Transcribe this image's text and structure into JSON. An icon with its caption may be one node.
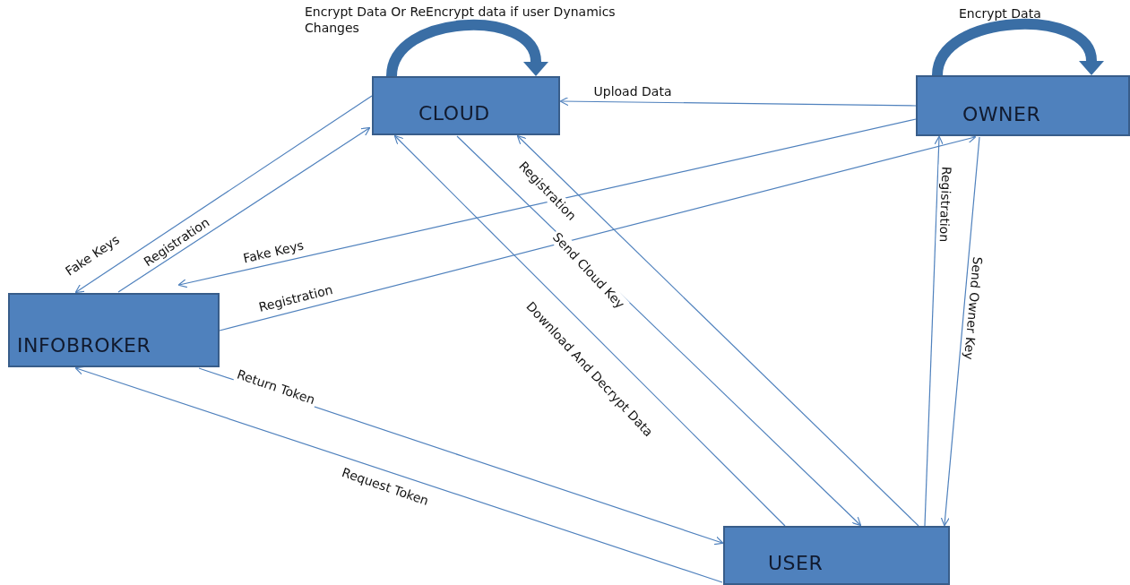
{
  "diagram": {
    "nodes": [
      {
        "text": [
          "CLOUD"
        ]
      },
      {
        "text": [
          "OWNER"
        ]
      },
      {
        "text": [
          "INFOBROKER"
        ]
      },
      {
        "text": [
          "USER"
        ]
      }
    ],
    "edges": [
      {
        "from": 1,
        "to": 0,
        "arrow": "to",
        "label": "Upload Data"
      },
      {
        "from": 0,
        "to": 2,
        "arrow": "to",
        "label": "Fake Keys"
      },
      {
        "from": 2,
        "to": 0,
        "arrow": "to",
        "label": "Registration"
      },
      {
        "from": 1,
        "to": 2,
        "arrow": "to",
        "label": "Fake Keys"
      },
      {
        "from": 2,
        "to": 1,
        "arrow": "to",
        "label": "Registration"
      },
      {
        "from": 3,
        "to": 0,
        "arrow": "to",
        "label": "Registration"
      },
      {
        "from": 0,
        "to": 3,
        "arrow": "to",
        "label": "Send Cloud Key"
      },
      {
        "from": 3,
        "to": 0,
        "arrow": "to",
        "label": "Download And Decrypt Data"
      },
      {
        "from": 3,
        "to": 1,
        "arrow": "to",
        "label": "Registration"
      },
      {
        "from": 1,
        "to": 3,
        "arrow": "to",
        "label": "Send Owner Key"
      },
      {
        "from": 2,
        "to": 3,
        "arrow": "to",
        "label": "Return Token"
      },
      {
        "from": 3,
        "to": 2,
        "arrow": "to",
        "label": "Request Token"
      },
      {
        "from": 0,
        "to": 0,
        "arrow": "to",
        "style": "thick",
        "label": "Encrypt Data Or ReEncrypt data if user Dynamics Changes"
      },
      {
        "from": 1,
        "to": 1,
        "arrow": "to",
        "style": "thick",
        "label": "Encrypt Data"
      }
    ]
  }
}
